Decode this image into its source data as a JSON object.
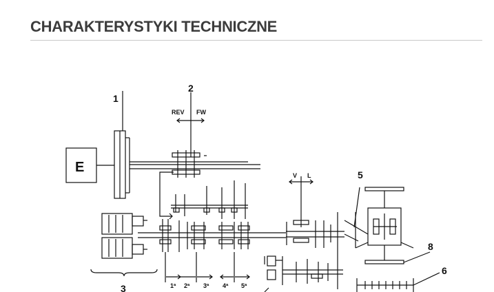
{
  "header": {
    "title": "CHARAKTERYSTYKI TECHNICZNE"
  },
  "diagram": {
    "callouts": [
      "1",
      "2",
      "3",
      "5",
      "6",
      "8"
    ],
    "engine_label": "E",
    "shuttle_labels": {
      "reverse": "REV",
      "forward": "FW"
    },
    "range_labels": {
      "v": "V",
      "l": "L"
    },
    "gear_labels": [
      "1ª",
      "2ª",
      "3ª",
      "4ª",
      "5ª"
    ]
  }
}
